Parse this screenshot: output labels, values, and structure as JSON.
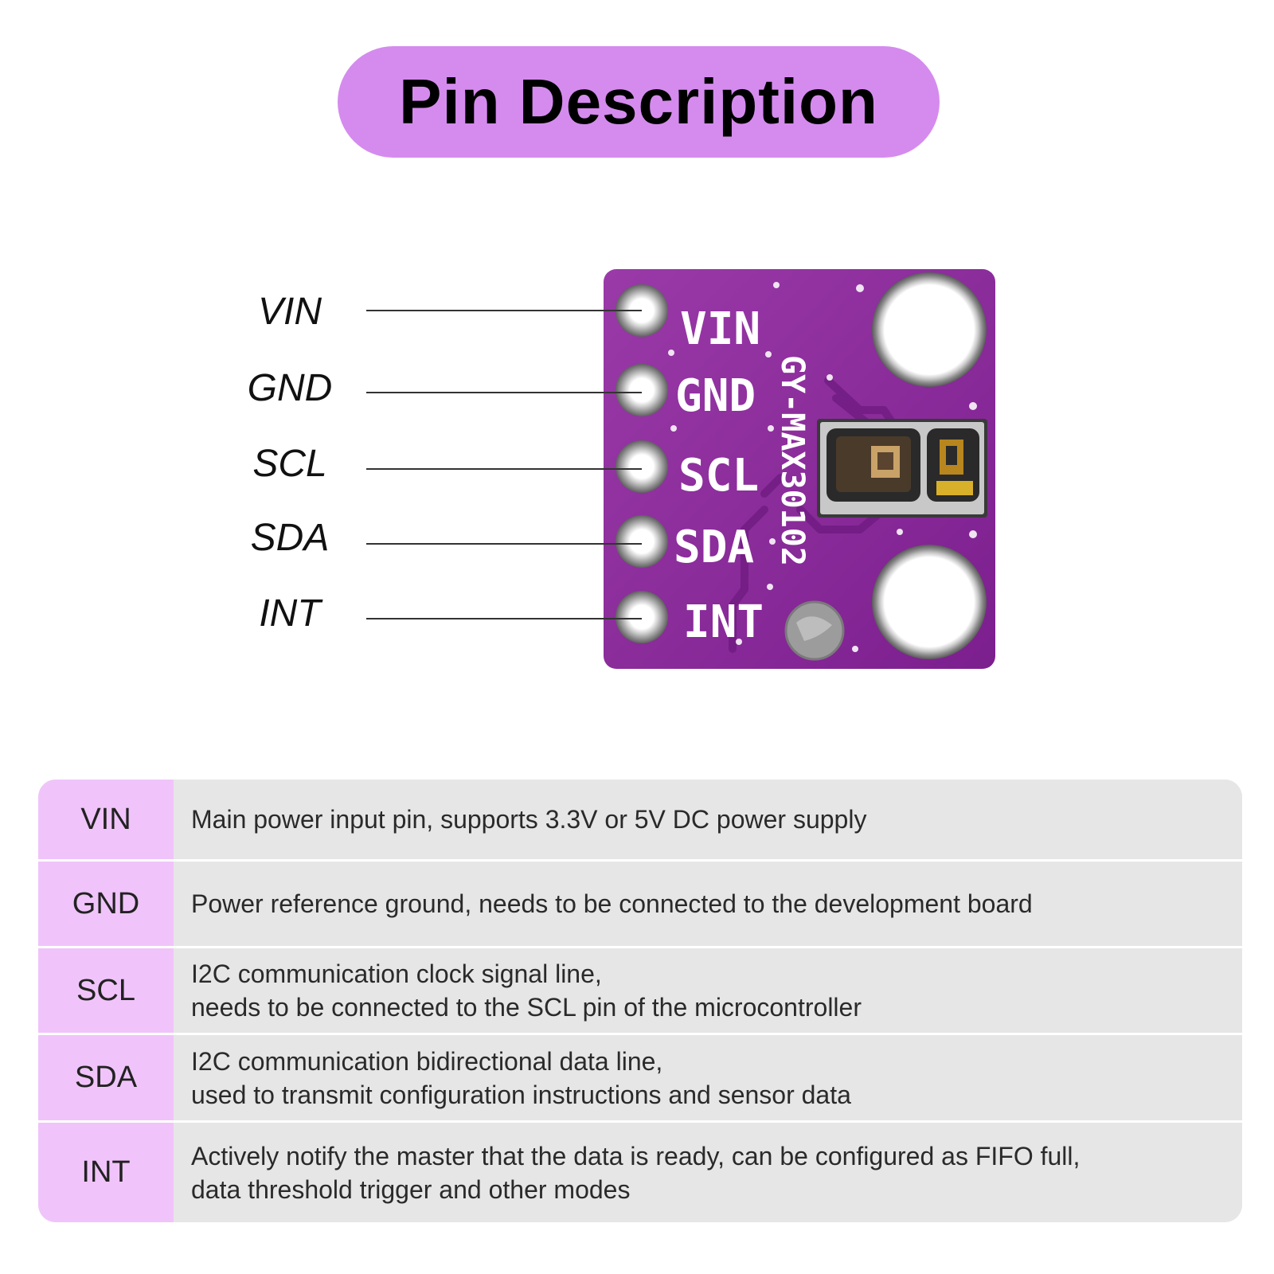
{
  "title": "Pin Description",
  "board": {
    "silkscreen_model": "GY-MAX30102",
    "silkscreen_pins": [
      "VIN",
      "GND",
      "SCL",
      "SDA",
      "INT"
    ],
    "board_color": "#8a2a9a"
  },
  "callout_labels": [
    "VIN",
    "GND",
    "SCL",
    "SDA",
    "INT"
  ],
  "table": {
    "rows": [
      {
        "pin": "VIN",
        "line1": "Main power input pin, supports 3.3V or 5V DC power supply",
        "line2": ""
      },
      {
        "pin": "GND",
        "line1": "Power reference ground, needs to be connected to the development board",
        "line2": ""
      },
      {
        "pin": "SCL",
        "line1": "I2C communication clock signal line,",
        "line2": "needs to be connected to the SCL pin of the microcontroller"
      },
      {
        "pin": "SDA",
        "line1": "I2C communication bidirectional data line,",
        "line2": "used to transmit configuration instructions and sensor data"
      },
      {
        "pin": "INT",
        "line1": "Actively notify the master that the data is ready, can be configured as FIFO full,",
        "line2": "data threshold trigger and other modes"
      }
    ]
  },
  "colors": {
    "accent": "#d58bee",
    "pin_cell": "#f0c4fa",
    "table_bg": "#e6e6e6"
  }
}
